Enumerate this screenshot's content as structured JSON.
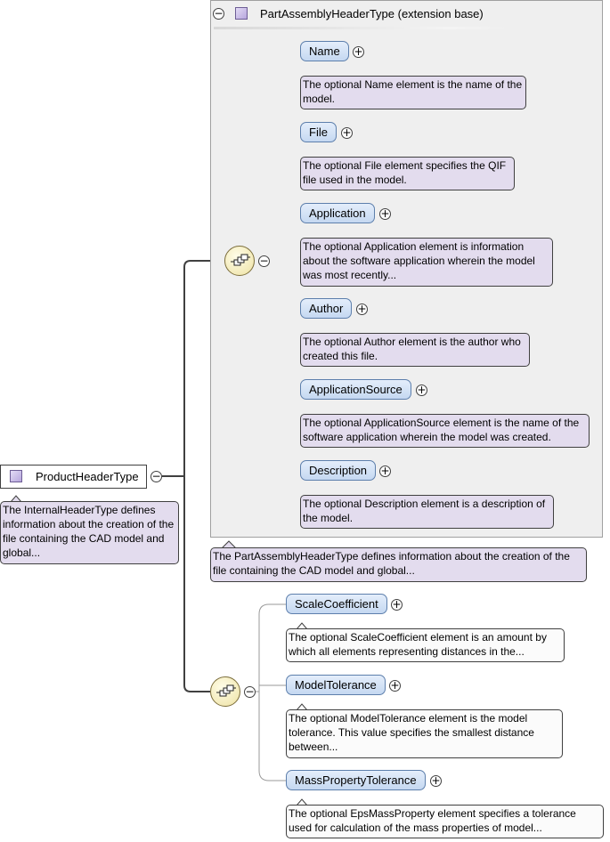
{
  "product_header_type": {
    "label": "ProductHeaderType",
    "note": "The InternalHeaderType defines information about the creation of the file containing the CAD model and global..."
  },
  "extension": {
    "title": "PartAssemblyHeaderType (extension base)",
    "note": "The PartAssemblyHeaderType defines information about the creation of the file containing the CAD model and global...",
    "elements": [
      {
        "label": "Name",
        "note": "The optional Name element is the name of the model."
      },
      {
        "label": "File",
        "note": "The optional File element specifies the QIF file used in the model."
      },
      {
        "label": "Application",
        "note": "The optional Application element is information about the software application wherein the model was most recently..."
      },
      {
        "label": "Author",
        "note": "The optional Author element is the author who created this file."
      },
      {
        "label": "ApplicationSource",
        "note": "The optional ApplicationSource element is the name of the software application wherein the model was created."
      },
      {
        "label": "Description",
        "note": "The optional Description element is a description of the model."
      }
    ]
  },
  "sequence_elements": [
    {
      "label": "ScaleCoefficient",
      "note": "The optional ScaleCoefficient element is an amount by which all elements representing distances in the..."
    },
    {
      "label": "ModelTolerance",
      "note": "The optional ModelTolerance element is the model tolerance. This value specifies the smallest distance between..."
    },
    {
      "label": "MassPropertyTolerance",
      "note": "The optional EpsMassProperty element specifies a tolerance used for calculation of the mass properties of model..."
    }
  ],
  "symbols": {
    "expand": "+",
    "collapse": "−"
  },
  "icons": {
    "type_icon": "complex-type-icon",
    "sequence_icon": "sequence-compositor-icon",
    "expand_icon": "plus-circle-icon",
    "collapse_icon": "minus-circle-icon"
  },
  "colors": {
    "element_fill": "#c5d8f1",
    "element_border": "#5d7fac",
    "annotation_fill": "#e3dcee",
    "annotation_fill_plain": "#fbfbfb",
    "frame_fill": "#efefef",
    "compositor_fill": "#f3eab8",
    "type_swatch": "#b6a6dc"
  }
}
